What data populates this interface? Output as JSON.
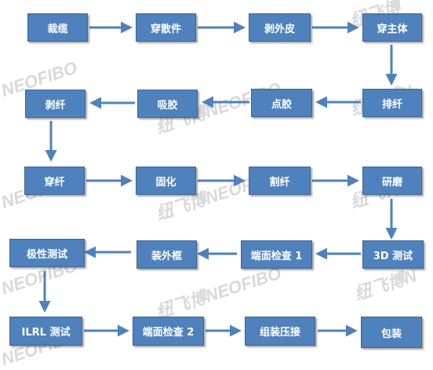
{
  "watermark": "纽飞博NEOFIBO",
  "steps": {
    "cable": "裁缆",
    "thread_parts": "穿散件",
    "strip_jacket": "剥外皮",
    "thread_body": "穿主体",
    "arrange_fiber": "排纤",
    "dispense_glue": "点胶",
    "absorb_glue": "吸胶",
    "strip_fiber": "剥纤",
    "thread_fiber": "穿纤",
    "cure": "固化",
    "cleave_fiber": "割纤",
    "polish": "研磨",
    "test_3d": "3D 测试",
    "endface_check_1": "端面检查 1",
    "install_frame": "装外框",
    "polarity_test": "极性测试",
    "ilrl_test": "ILRL 测试",
    "endface_check_2": "端面检查 2",
    "assembly_press": "组装压接",
    "packaging": "包装"
  },
  "colors": {
    "box": "#4f81bd",
    "arrow": "#4f81bd",
    "text": "#ffffff",
    "watermark": "#d9d9d9"
  }
}
